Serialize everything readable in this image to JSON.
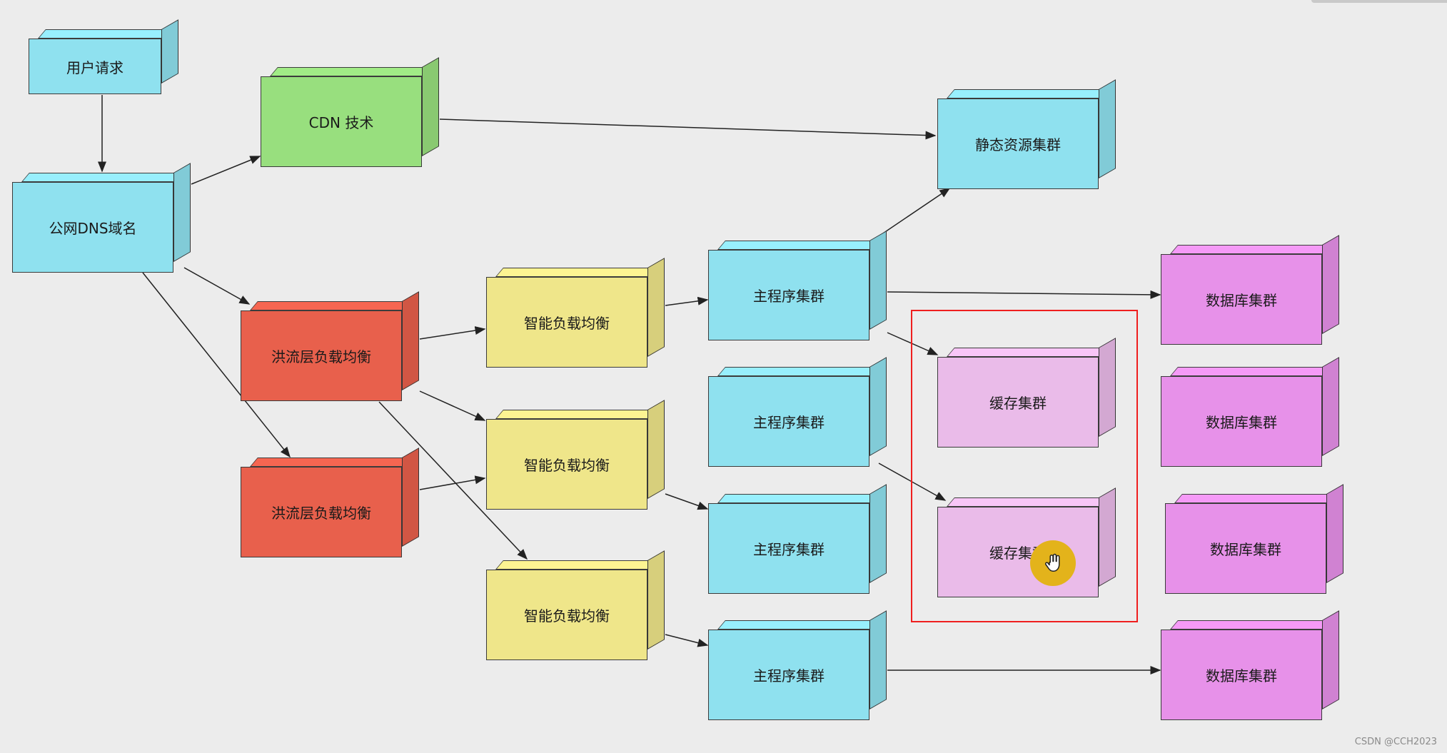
{
  "nodes": {
    "user_request": "用户请求",
    "public_dns": "公网DNS域名",
    "cdn": "CDN 技术",
    "static_cluster": "静态资源集群",
    "flood_lb_1": "洪流层负载均衡",
    "flood_lb_2": "洪流层负载均衡",
    "smart_lb_1": "智能负载均衡",
    "smart_lb_2": "智能负载均衡",
    "smart_lb_3": "智能负载均衡",
    "main_cluster_1": "主程序集群",
    "main_cluster_2": "主程序集群",
    "main_cluster_3": "主程序集群",
    "main_cluster_4": "主程序集群",
    "cache_cluster_1": "缓存集群",
    "cache_cluster_2": "缓存集群",
    "db_cluster_1": "数据库集群",
    "db_cluster_2": "数据库集群",
    "db_cluster_3": "数据库集群",
    "db_cluster_4": "数据库集群"
  },
  "colors": {
    "blue": "#8fe1ef",
    "green": "#98df7e",
    "red": "#e8604c",
    "yellow": "#efe68a",
    "pink": "#eabbe9",
    "violet": "#e791e9",
    "highlight": "#ef1e1e",
    "cursor": "#e3b31b"
  },
  "cursor_icon": "hand-pointer-icon",
  "watermark": "CSDN @CCH2023"
}
